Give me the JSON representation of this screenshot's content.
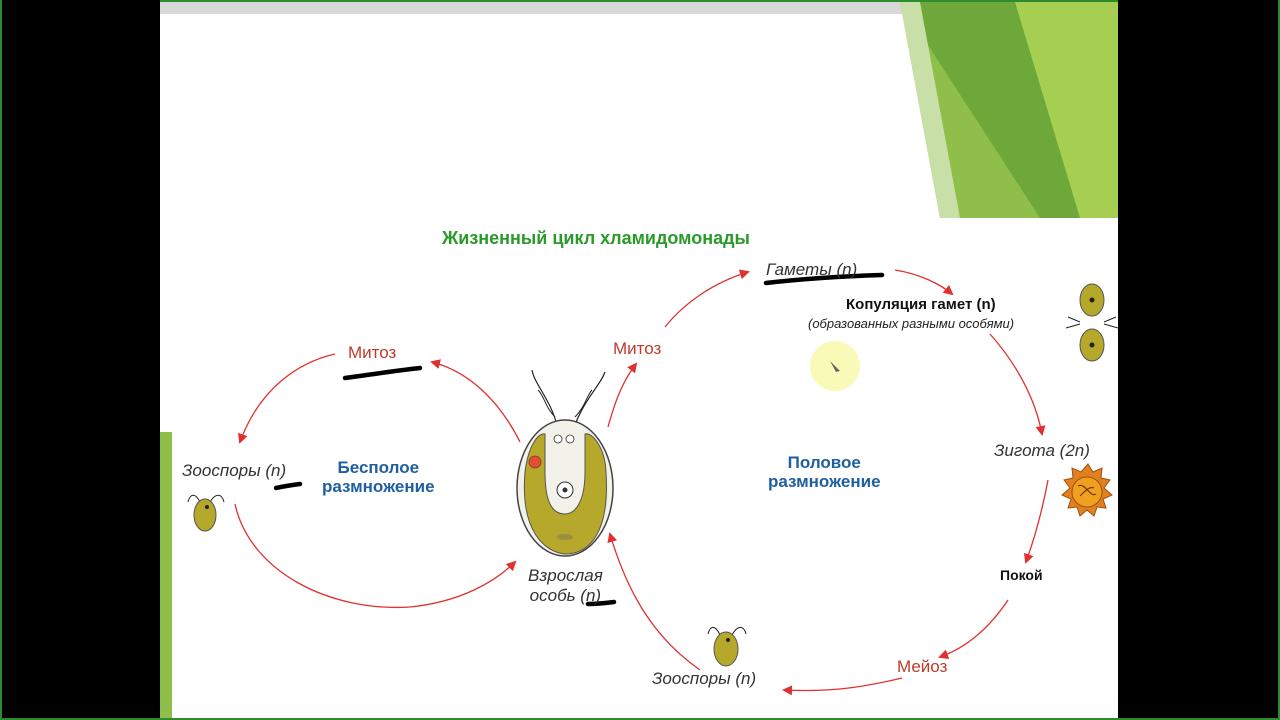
{
  "diagram": {
    "title": "Жизненный цикл хламидомонады",
    "asexual": {
      "mitosis": "Митоз",
      "zoospores": "Зооспоры (n)",
      "label_line1": "Бесполое",
      "label_line2": "размножение"
    },
    "adult": {
      "line1": "Взрослая",
      "line2": "особь (n)"
    },
    "sexual": {
      "mitosis": "Митоз",
      "gametes": "Гаметы (n)",
      "copulation": "Копуляция гамет (n)",
      "copulation_note": "(образованных разными особями)",
      "zygote": "Зигота (2n)",
      "rest": "Покой",
      "meiosis": "Мейоз",
      "zoospores": "Зооспоры (n)",
      "label_line1": "Половое",
      "label_line2": "размножение"
    },
    "colors": {
      "arrow": "#e03030",
      "title": "#2a9a2a",
      "blue_label": "#1f5fa0",
      "cell_fill": "#b5a82a",
      "accent_green": "#7ab43a"
    }
  }
}
